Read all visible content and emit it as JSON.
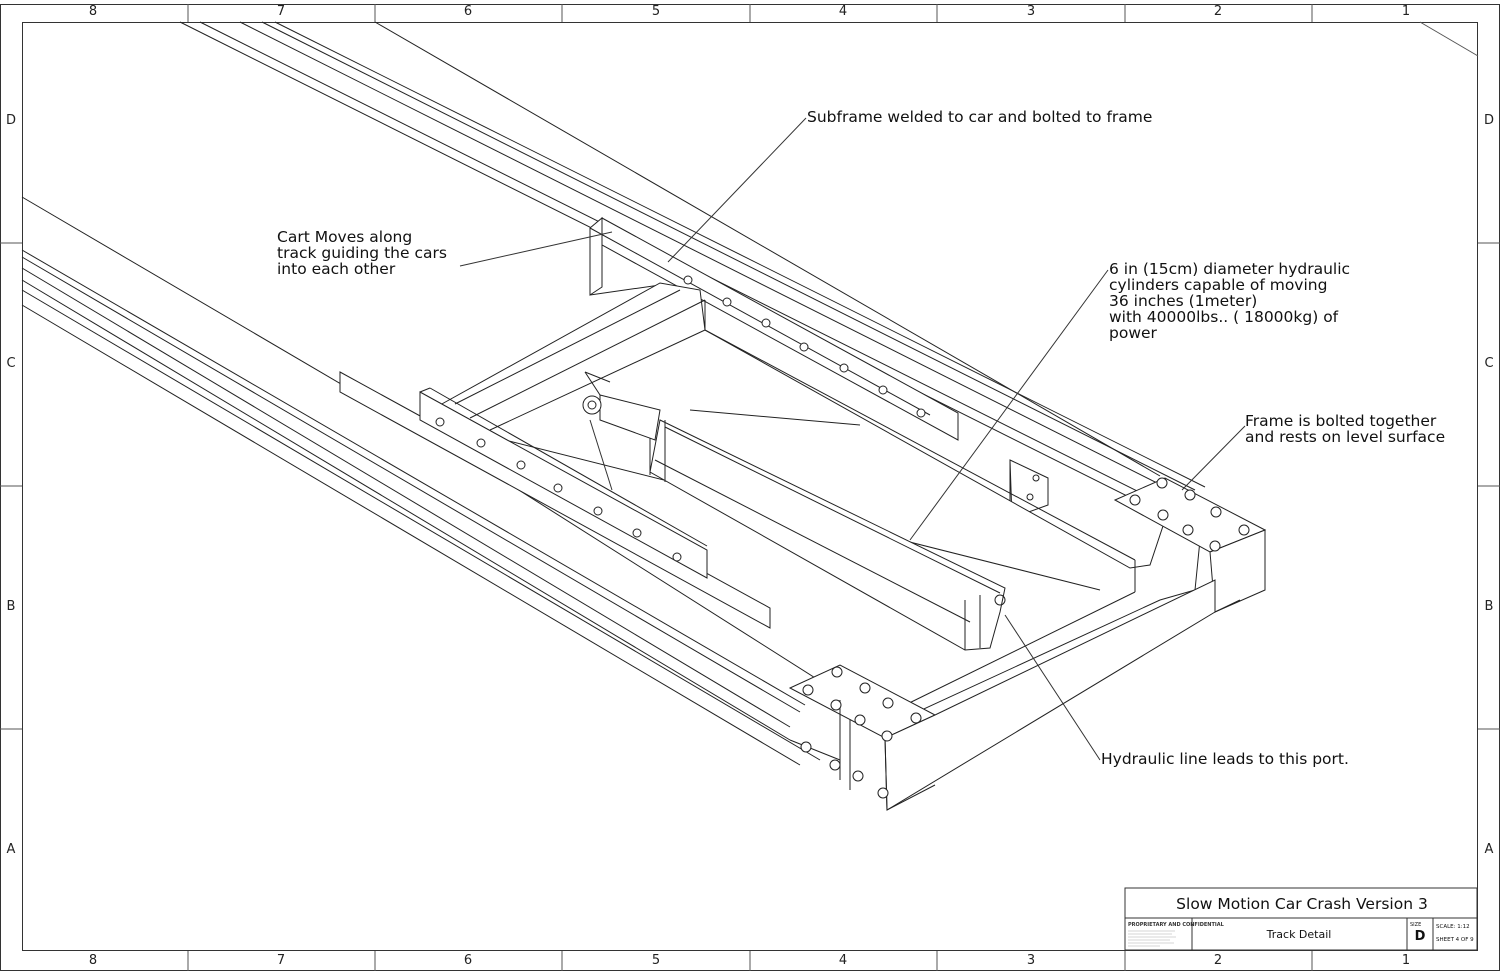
{
  "zones": {
    "top_columns": [
      "8",
      "7",
      "6",
      "5",
      "4",
      "3",
      "2",
      "1"
    ],
    "bottom_columns": [
      "8",
      "7",
      "6",
      "5",
      "4",
      "3",
      "2",
      "1"
    ],
    "left_rows": [
      "D",
      "C",
      "B",
      "A"
    ],
    "right_rows": [
      "D",
      "C",
      "B",
      "A"
    ]
  },
  "callouts": {
    "subframe": "Subframe welded to car and bolted to frame",
    "cart": [
      "Cart Moves along",
      "track guiding the cars",
      "into each other"
    ],
    "cylinders": [
      "6 in (15cm) diameter hydraulic",
      "cylinders capable of moving",
      "36 inches (1meter)",
      "with 40000lbs.. ( 18000kg) of",
      "power"
    ],
    "frame": [
      "Frame is bolted together",
      "and rests on level surface"
    ],
    "hydraulic_line": "Hydraulic line leads to this port."
  },
  "title_block": {
    "title": "Slow Motion Car Crash Version 3",
    "proprietary_heading": "PROPRIETARY AND CONFIDENTIAL",
    "drawing_name": "Track Detail",
    "size_label": "SIZE",
    "size": "D",
    "scale": "SCALE: 1:12",
    "sheet": "SHEET 4 OF 9"
  }
}
